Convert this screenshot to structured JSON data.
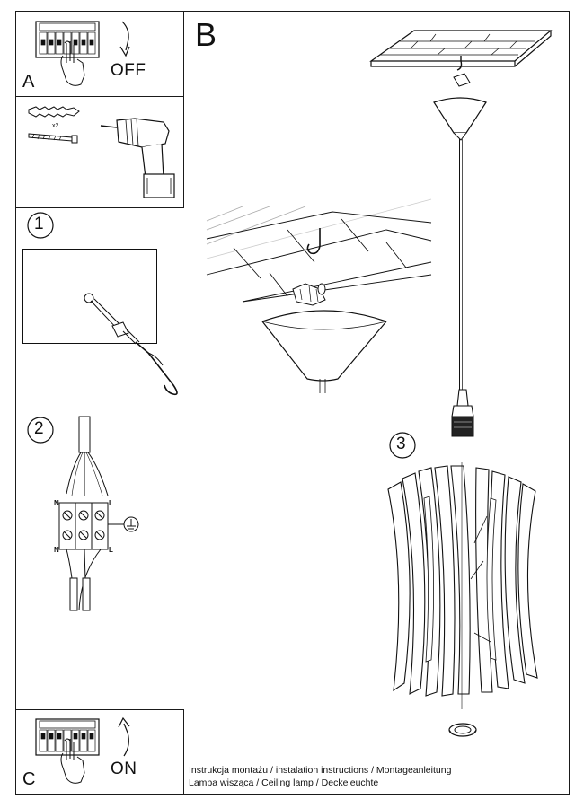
{
  "panels": {
    "a": {
      "letter": "A",
      "action": "OFF"
    },
    "c": {
      "letter": "C",
      "action": "ON"
    },
    "b": {
      "letter": "B"
    }
  },
  "tools": {
    "dowel_count": "x2"
  },
  "steps": {
    "one": "1",
    "two": "2",
    "three": "3"
  },
  "wiring": {
    "n_top": "N",
    "l_top": "L",
    "n_bottom": "N",
    "l_bottom": "L"
  },
  "footer": {
    "line1": "Instrukcja montażu / instalation instructions / Montageanleitung",
    "line2": "Lampa wisząca / Ceiling lamp / Deckeleuchte"
  }
}
